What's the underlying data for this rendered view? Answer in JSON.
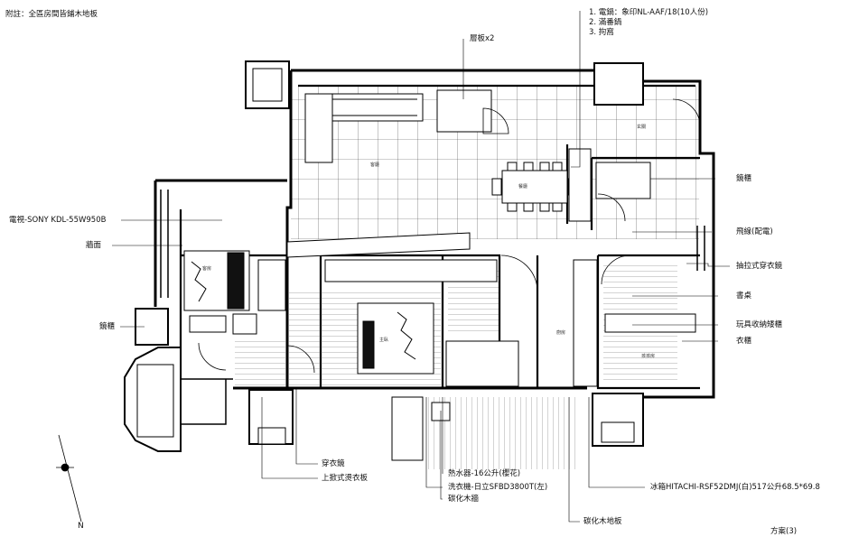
{
  "note": "附註：全區房間皆鋪木地板",
  "scheme": "方案(3)",
  "north": "N",
  "top_right_list": [
    "1. 電鍋：象印NL-AAF/18(10人份)",
    "2. 滿番鍋",
    "3. 拘窩"
  ],
  "labels": {
    "shelf": "層板x2",
    "tv": "電視-SONY KDL-55W950B",
    "wall": "牆面",
    "mirror_left": "鏡櫃",
    "mirror_right": "鏡櫃",
    "fly_line": "飛線(配電)",
    "drawer_wardrobe": "抽拉式穿衣鏡",
    "desk": "書桌",
    "toy_cabinet": "玩具收納矮櫃",
    "wardrobe": "衣櫃",
    "dressing_mirror": "穿衣鏡",
    "ironing_board": "上掀式燙衣板",
    "water_heater": "熱水器-16公升(櫻花)",
    "washer": "洗衣機-日立SFBD3800T(左)",
    "wood_wall": "碳化木牆",
    "wood_floor": "碳化木地板",
    "fridge": "冰箱HITACHI-RSF52DMJ(白)517公升68.5*69.8"
  },
  "rooms": {
    "living": "客廳",
    "dining_table": "餐廳",
    "entry": "玄關",
    "guest": "客房",
    "master": "主臥",
    "kitchen": "廚房",
    "kids": "孩孩房"
  }
}
